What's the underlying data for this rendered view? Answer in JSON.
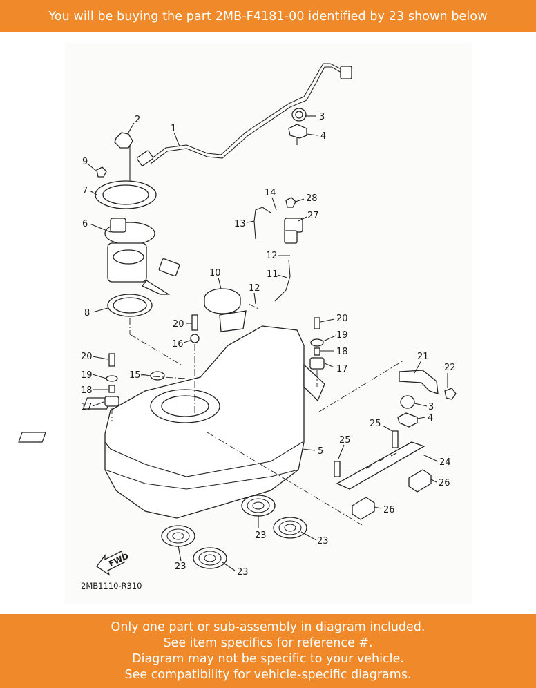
{
  "header": {
    "text": "You will be buying the part 2MB-F4181-00 identified by 23 shown below"
  },
  "footer": {
    "lines": [
      "Only one part or sub-assembly in diagram included.",
      "See item specifics for reference #.",
      "Diagram may not be specific to your vehicle.",
      "See compatibility for vehicle-specific diagrams."
    ]
  },
  "diagram": {
    "code": "2MB1110-R310",
    "fwd_label": "FWD",
    "callouts": [
      "1",
      "2",
      "3",
      "4",
      "7",
      "9",
      "6",
      "8",
      "10",
      "11",
      "12",
      "12",
      "13",
      "14",
      "27",
      "28",
      "5",
      "15",
      "16",
      "17",
      "17",
      "18",
      "18",
      "19",
      "19",
      "20",
      "20",
      "20",
      "21",
      "22",
      "3",
      "4",
      "24",
      "25",
      "25",
      "26",
      "26",
      "23",
      "23",
      "23",
      "23"
    ],
    "colors": {
      "banner": "#f0892a",
      "line": "#222222"
    }
  }
}
